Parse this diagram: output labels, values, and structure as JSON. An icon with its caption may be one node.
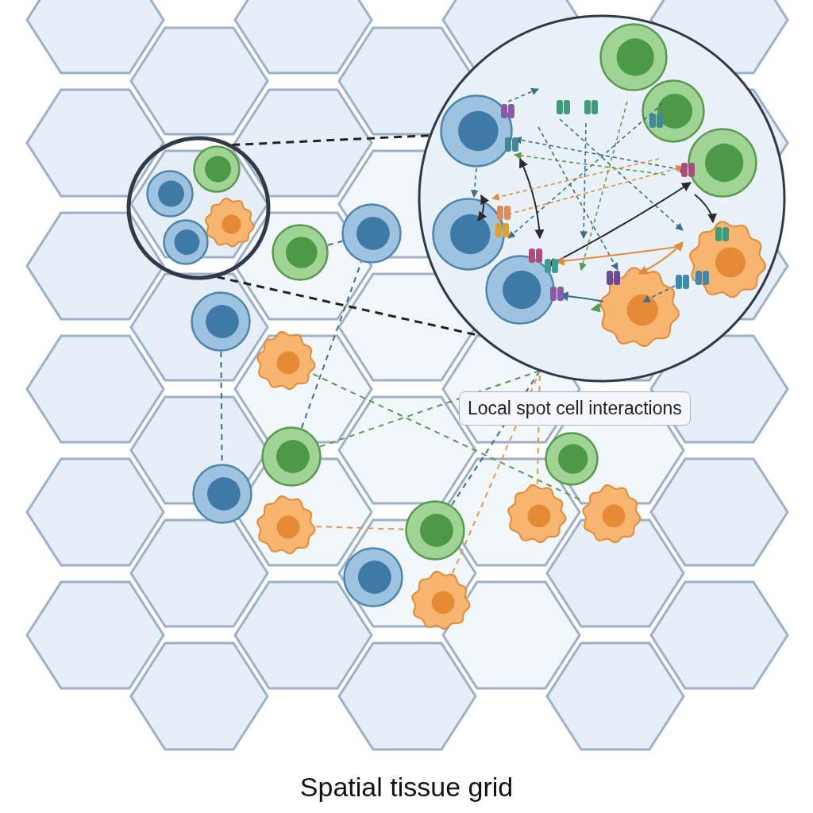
{
  "diagram": {
    "caption": "Spatial tissue grid",
    "nodes": [
      {
        "text": [],
        "shape": "circle"
      },
      {
        "text": [],
        "shape": "circle"
      },
      {
        "text": [],
        "shape": "circle"
      },
      {
        "text": [],
        "shape": "blob"
      },
      {
        "text": [],
        "shape": "circle"
      },
      {
        "text": [],
        "shape": "circle"
      },
      {
        "text": [],
        "shape": "blob"
      },
      {
        "text": [],
        "shape": "circle"
      },
      {
        "text": [],
        "shape": "circle"
      },
      {
        "text": [],
        "shape": "blob"
      },
      {
        "text": [],
        "shape": "circle"
      },
      {
        "text": [],
        "shape": "blob"
      },
      {
        "text": [],
        "shape": "blob"
      },
      {
        "text": [],
        "shape": "circle"
      },
      {
        "text": [],
        "shape": "circle"
      }
    ],
    "edges": [
      {
        "from": 1,
        "to": 0,
        "arrow": "none",
        "style": "dashed",
        "color": "#3f6d8f"
      },
      {
        "from": 2,
        "to": 5,
        "arrow": "none",
        "style": "dashed",
        "color": "#3f6d8f"
      },
      {
        "from": 4,
        "to": 0,
        "arrow": "none",
        "style": "dashed",
        "color": "#3f6d8f"
      },
      {
        "from": 4,
        "to": 14,
        "arrow": "none",
        "style": "dashed",
        "color": "#5a9a4f"
      },
      {
        "from": 3,
        "to": 12,
        "arrow": "none",
        "style": "dashed",
        "color": "#5a9a4f"
      },
      {
        "from": 6,
        "to": 7,
        "arrow": "none",
        "style": "dashed",
        "color": "#e09a50"
      },
      {
        "from": 7,
        "to": 14,
        "arrow": "none",
        "style": "dashed",
        "color": "#3f6d8f"
      },
      {
        "from": 9,
        "to": 14,
        "arrow": "none",
        "style": "dashed",
        "color": "#e09a50"
      },
      {
        "from": 11,
        "to": 14,
        "arrow": "none",
        "style": "dashed",
        "color": "#e09a50"
      },
      {
        "from": 13,
        "to": 14,
        "arrow": "none",
        "style": "dashed",
        "color": "#222222"
      },
      {
        "from": 13,
        "to": 14,
        "arrow": "none",
        "style": "dashed",
        "color": "#222222"
      }
    ],
    "labels": [
      "Local spot cell interactions"
    ]
  }
}
